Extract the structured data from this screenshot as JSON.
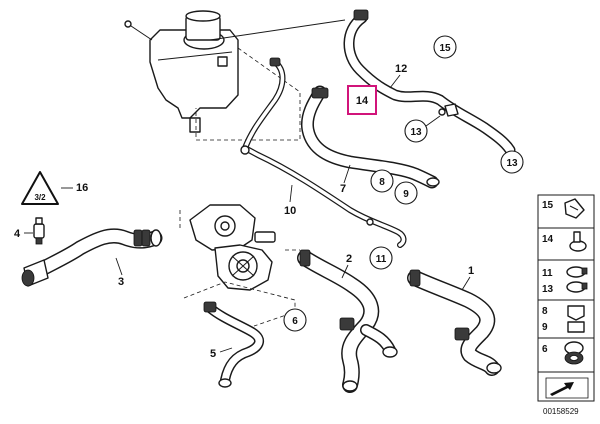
{
  "labels": {
    "p1": "1",
    "p2": "2",
    "p3": "3",
    "p4": "4",
    "p5": "5",
    "p7": "7",
    "p10": "10",
    "p12": "12",
    "p16": "16"
  },
  "callouts": {
    "c15": "15",
    "c14": "14",
    "c13a": "13",
    "c13b": "13",
    "c8": "8",
    "c9": "9",
    "c11": "11",
    "c6": "6"
  },
  "warning_symbol": {
    "text": "3/2"
  },
  "legend": {
    "items": [
      {
        "label": "15",
        "icon": "hose-clip-icon"
      },
      {
        "label": "14",
        "icon": "spring-clamp-icon"
      },
      {
        "label": "11\n13",
        "icon": "band-clamp-icon"
      },
      {
        "label": "8\n9",
        "icon": "retaining-clip-icon"
      },
      {
        "label": "6",
        "icon": "seal-ring-icon"
      },
      {
        "label": "",
        "icon": "direction-arrow-icon"
      }
    ]
  },
  "diagram_number": "00158529",
  "colors": {
    "highlight": "#d1147a",
    "line": "#1a1a1a"
  }
}
